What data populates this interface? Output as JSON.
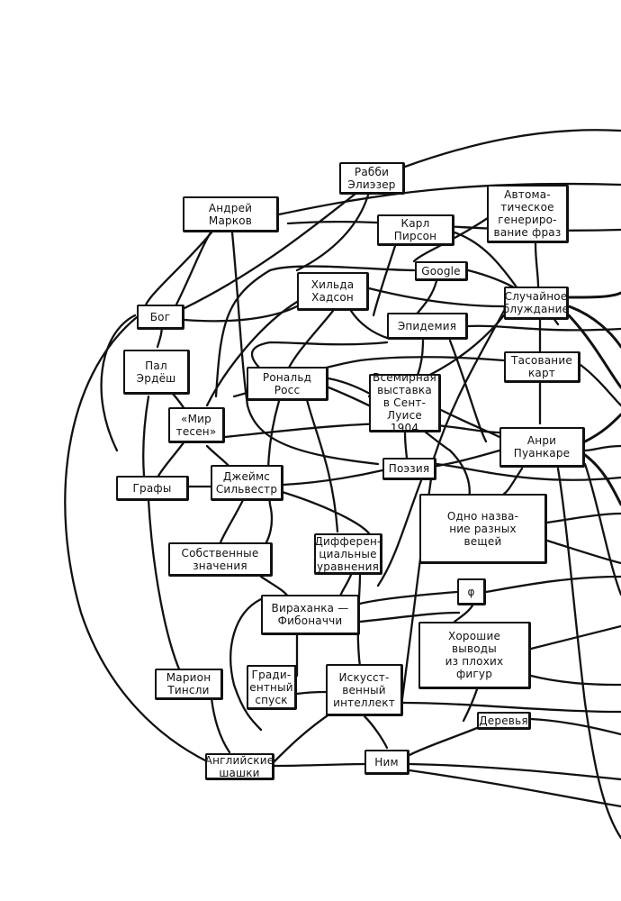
{
  "nodes": {
    "rabbi": "Рабби\nЭлиэзер",
    "markov": "Андрей\nМарков",
    "autogen": "Автома-\nтическое\nгенериро-\nвание фраз",
    "pearson": "Карл\nПирсон",
    "google": "Google",
    "hadson": "Хильда\nХадсон",
    "bog": "Бог",
    "random_walk": "Случайное\nблуждание",
    "epidemic": "Эпидемия",
    "erdos": "Пал\nЭрдёш",
    "ross": "Рональд\nРосс",
    "expo": "Всемирная\nвыставка\nв Сент-\nЛуисе 1904",
    "shuffle": "Тасование\nкарт",
    "small_world": "«Мир\nтесен»",
    "poincare": "Анри\nПуанкаре",
    "graphs": "Графы",
    "sylvester": "Джеймс\nСильвестр",
    "poetry": "Поэзия",
    "one_name": "Одно назва-\nние разных\nвещей",
    "eigen": "Собственные\nзначения",
    "diffeq": "Дифферен-\nциальные\nуравнения",
    "phi": "φ",
    "virahanka": "Вираханка —\nФибоначчи",
    "good_concl": "Хорошие\nвыводы\nиз плохих\nфигур",
    "tinsley": "Марион\nТинсли",
    "gradient": "Гради-\nентный\nспуск",
    "ai": "Искусст-\nвенный\nинтеллект",
    "trees": "Деревья",
    "checkers": "Английские\nшашки",
    "nim": "Ним"
  }
}
